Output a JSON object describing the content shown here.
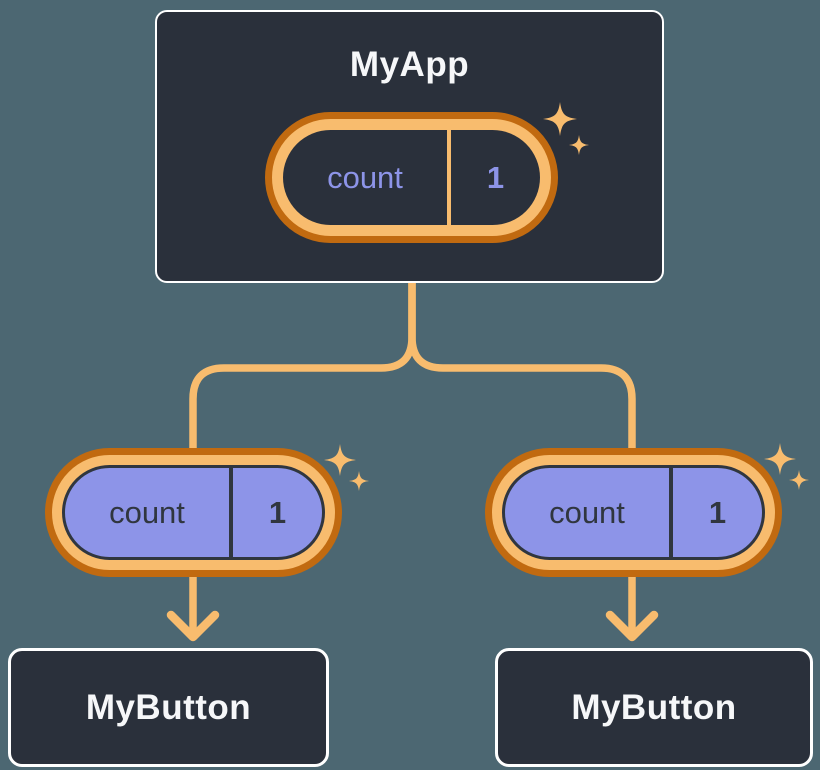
{
  "diagram": {
    "root": {
      "title": "MyApp",
      "state": {
        "label": "count",
        "value": "1"
      }
    },
    "children": [
      {
        "title": "MyButton",
        "state": {
          "label": "count",
          "value": "1"
        }
      },
      {
        "title": "MyButton",
        "state": {
          "label": "count",
          "value": "1"
        }
      }
    ]
  },
  "icons": {
    "sparkle": "four-point-sparkle",
    "arrow": "arrow-down-chevron"
  },
  "colors": {
    "background": "#4C6772",
    "node_fill": "#2A303B",
    "node_border": "#FFFFFF",
    "node_text": "#F6F7F9",
    "pill_ring_outer": "#C16A10",
    "pill_ring_inner": "#F8BC6E",
    "pill_purple": "#8D94E8",
    "pill_dark_text": "#30363F",
    "pill_purple_text": "#8D94E8",
    "connector": "#F8BC6E",
    "sparkle": "#F8BC6E"
  }
}
